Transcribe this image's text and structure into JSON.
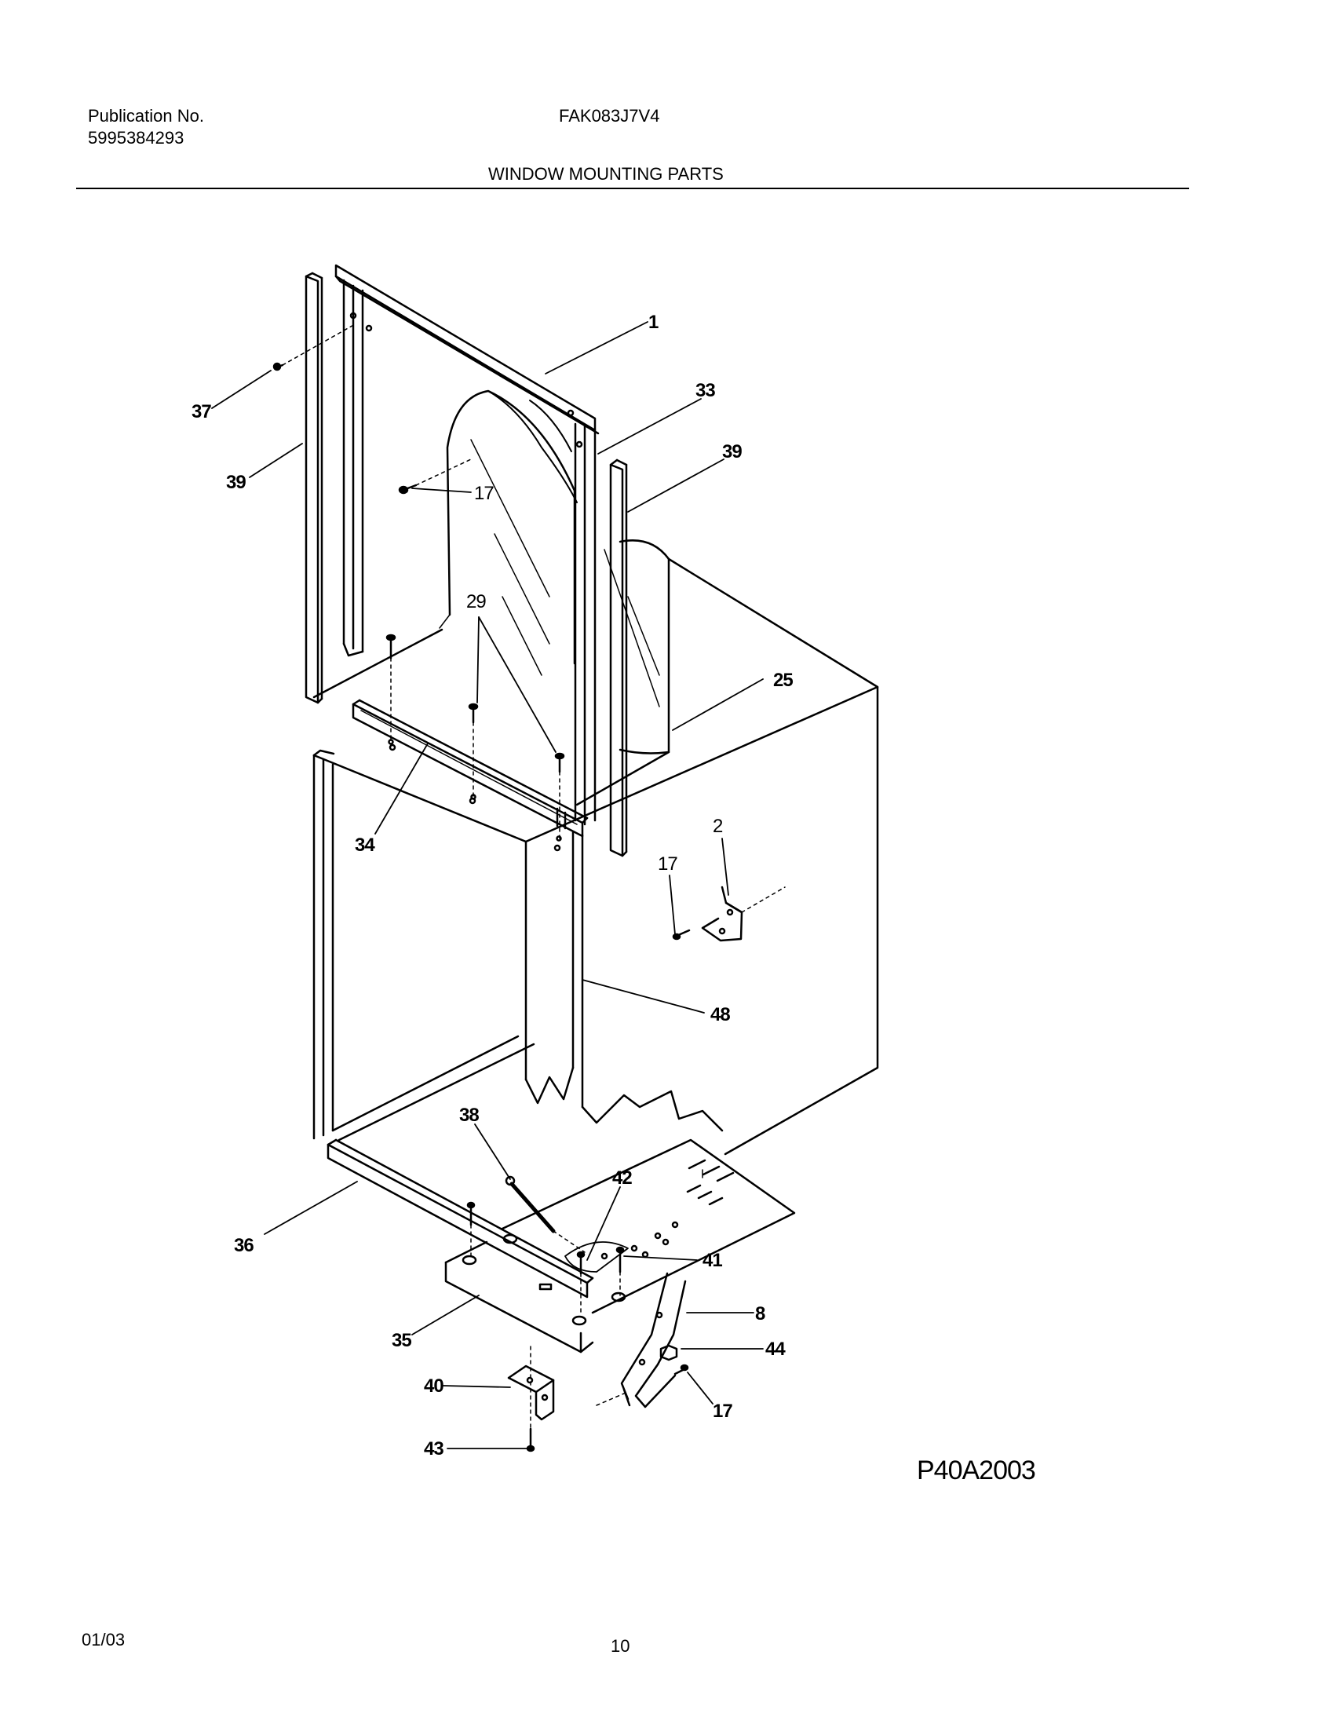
{
  "header": {
    "publication_label": "Publication No.",
    "publication_number": "5995384293",
    "model": "FAK083J7V4",
    "section_title": "WINDOW MOUNTING PARTS"
  },
  "callouts": {
    "c1": "1",
    "c33": "33",
    "c39a": "39",
    "c37": "37",
    "c39b": "39",
    "c17a": "17",
    "c29": "29",
    "c25": "25",
    "c34": "34",
    "c2": "2",
    "c17b": "17",
    "c48": "48",
    "c38": "38",
    "c42": "42",
    "c41": "41",
    "c36": "36",
    "c8": "8",
    "c35": "35",
    "c44": "44",
    "c40": "40",
    "c17c": "17",
    "c43": "43"
  },
  "drawing_id": "P40A2003",
  "footer": {
    "date": "01/03",
    "page": "10"
  }
}
